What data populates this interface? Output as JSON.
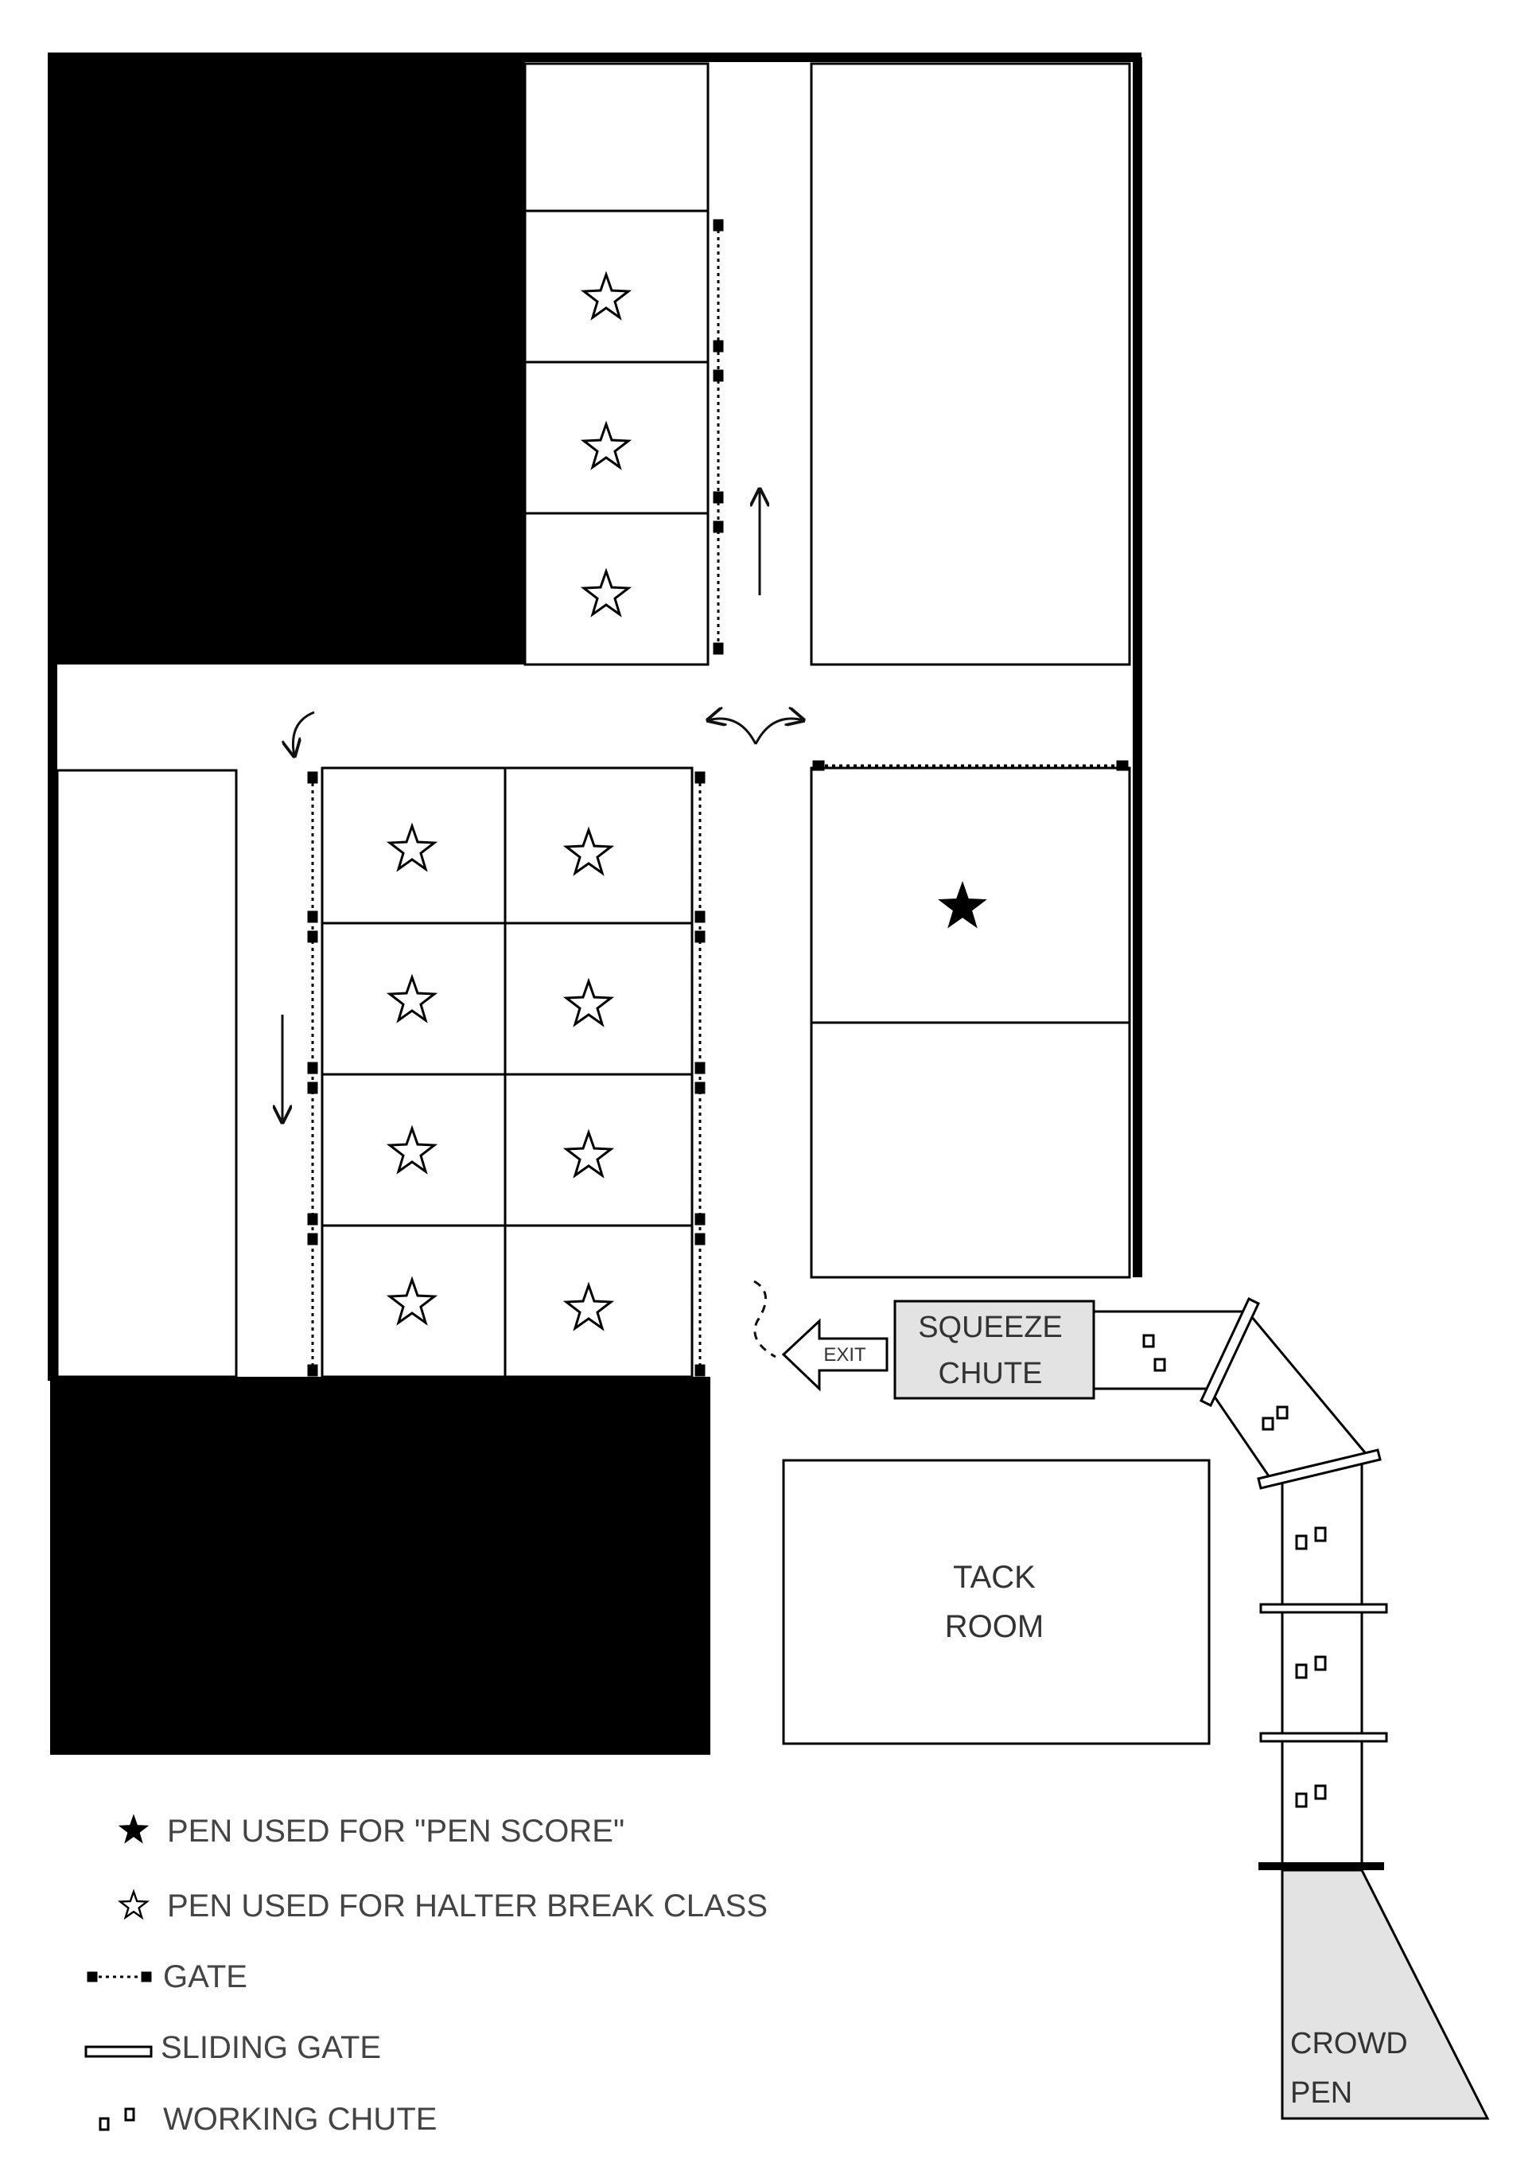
{
  "labels": {
    "squeeze_line1": "SQUEEZE",
    "squeeze_line2": "CHUTE",
    "exit": "EXIT",
    "tack_line1": "TACK",
    "tack_line2": "ROOM",
    "crowd_line1": "CROWD",
    "crowd_line2": "PEN"
  },
  "legend": {
    "pen_score": "PEN USED FOR \"PEN SCORE\"",
    "halter_break": "PEN USED FOR HALTER BREAK CLASS",
    "gate": "GATE",
    "sliding_gate": "SLIDING GATE",
    "working_chute": "WORKING CHUTE"
  },
  "colors": {
    "wall": "#000000",
    "line": "#111111",
    "fill_gray": "#e3e3e3",
    "text": "#333333"
  },
  "icons": {
    "filled_star": "pen-score-star-icon",
    "outline_star": "halter-break-star-icon",
    "arrow": "flow-arrow-icon"
  }
}
